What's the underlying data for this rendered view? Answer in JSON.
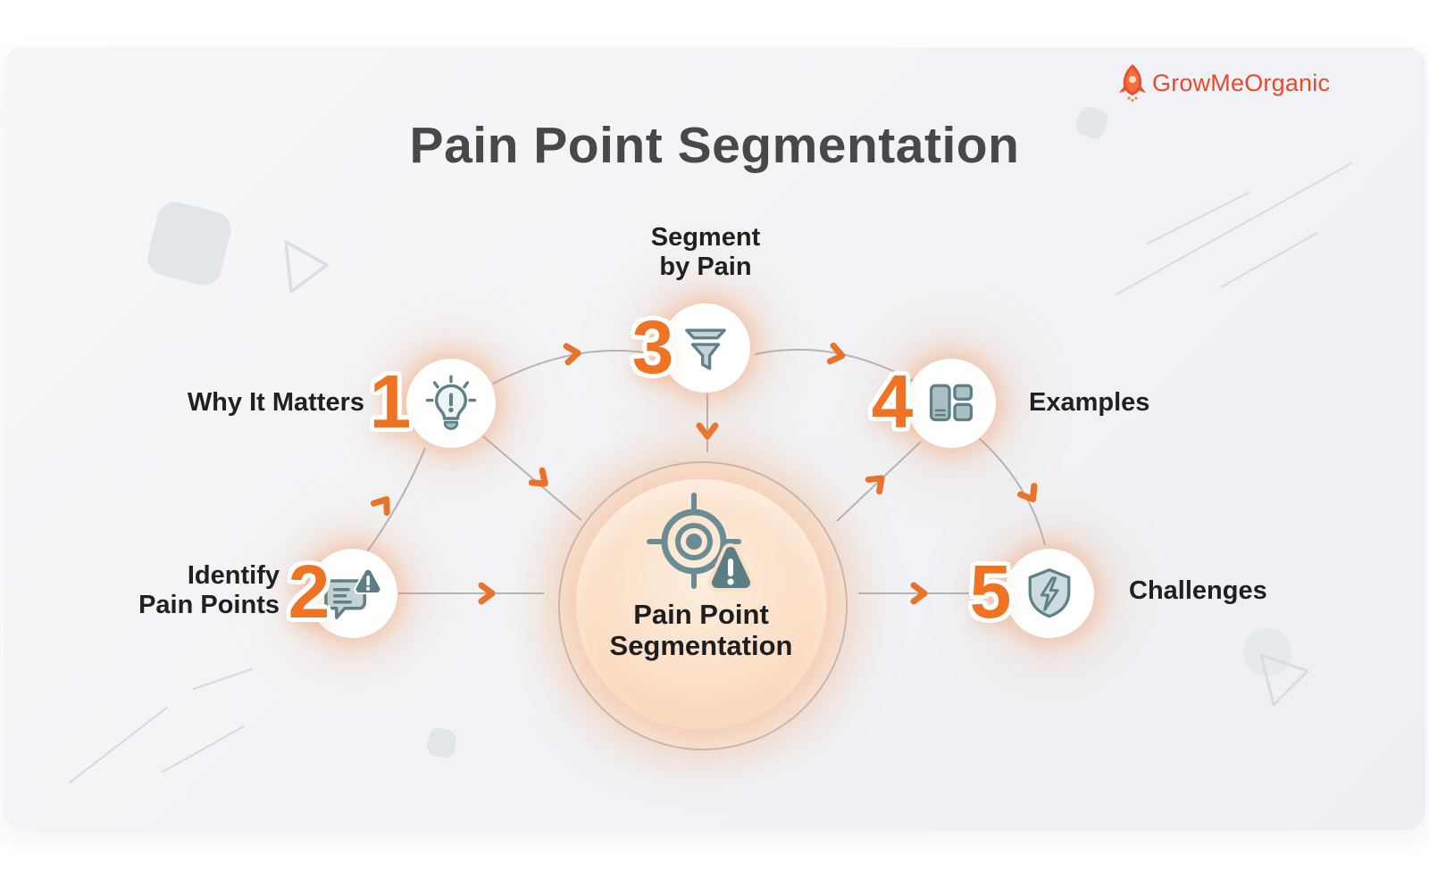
{
  "header": {
    "title": "Pain Point Segmentation",
    "brand": "GrowMeOrganic"
  },
  "center": {
    "icon": "target-alert-icon",
    "lines": [
      "Pain Point",
      "Segmentation"
    ]
  },
  "nodes": [
    {
      "number": "1",
      "icon": "lightbulb-alert-icon",
      "lines": [
        "Why It Matters"
      ]
    },
    {
      "number": "2",
      "icon": "chat-alert-icon",
      "lines": [
        "Identify",
        "Pain Points"
      ]
    },
    {
      "number": "3",
      "icon": "funnel-icon",
      "lines": [
        "Segment",
        "by Pain"
      ]
    },
    {
      "number": "4",
      "icon": "layout-cards-icon",
      "lines": [
        "Examples"
      ]
    },
    {
      "number": "5",
      "icon": "shield-bolt-icon",
      "lines": [
        "Challenges"
      ]
    }
  ],
  "colors": {
    "accent_orange": "#ee7323",
    "logo_red": "#e9492c",
    "icon_slate": "#5e8086",
    "connector_gray": "#b4b4ba",
    "title_gray": "#48484a",
    "hub_peach": "#fbdfc7"
  }
}
